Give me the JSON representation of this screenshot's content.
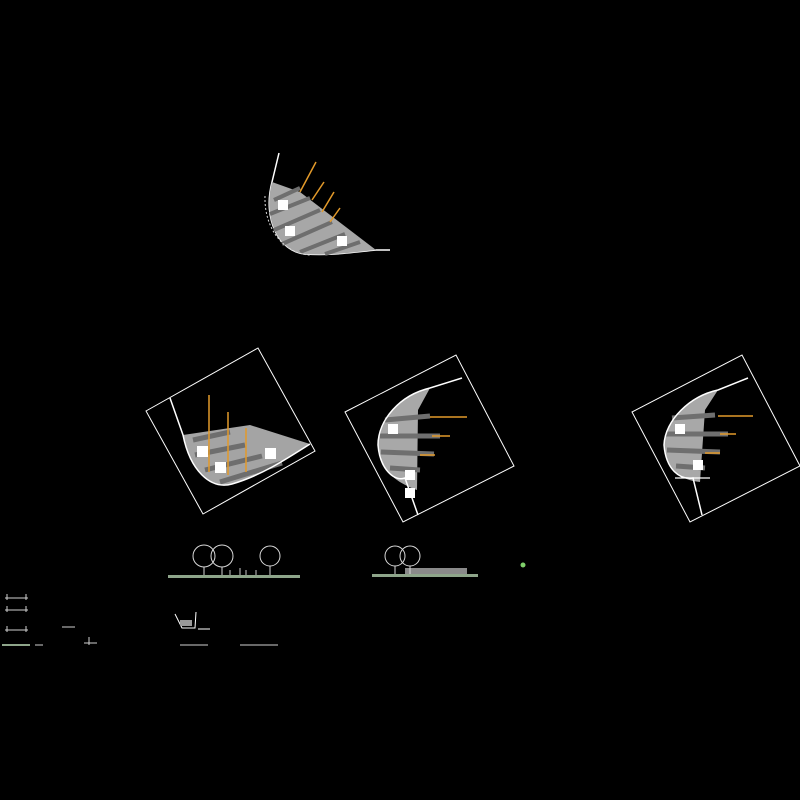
{
  "drawing": {
    "background": "#000000",
    "colors": {
      "line": "#ffffff",
      "frame": "#ffffff",
      "hatch_light": "#c8c8c8",
      "hatch_mid": "#9a9a9a",
      "hatch_dark": "#6e6e6e",
      "accent": "#e39a2a",
      "accent_soft": "#e8a36a",
      "ground": "#8ea58a",
      "ground_dark": "#6f8a6c",
      "tree": "#d8d8d8",
      "marker": "#7fd06a"
    },
    "views": [
      {
        "name": "plan-view-top",
        "framed": false
      },
      {
        "name": "plan-view-rotated-left",
        "framed": true
      },
      {
        "name": "plan-view-rotated-center",
        "framed": true
      },
      {
        "name": "plan-view-rotated-right",
        "framed": true
      }
    ],
    "elevations": [
      {
        "name": "elevation-left",
        "trees": 3
      },
      {
        "name": "elevation-center",
        "trees": 2
      }
    ],
    "detail_symbols": 9
  }
}
